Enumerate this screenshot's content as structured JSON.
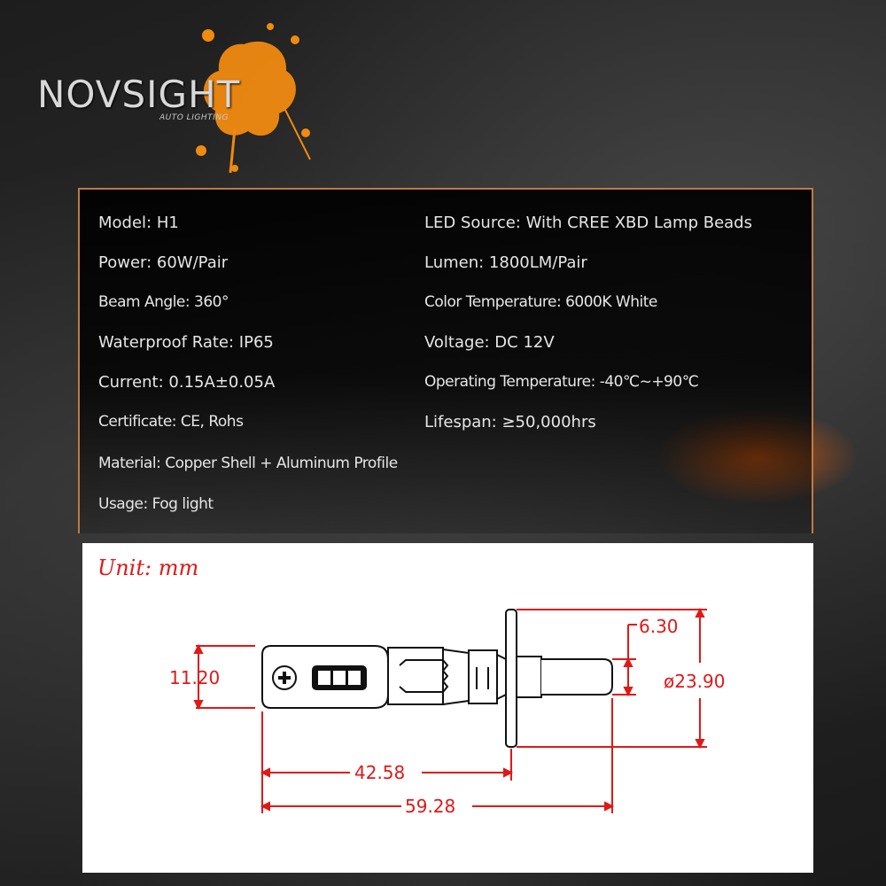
{
  "brand": {
    "name": "NOVSIGHT",
    "tagline": "AUTO LIGHTING"
  },
  "specs": {
    "model": "Model: H1",
    "led_source": "LED Source: With CREE XBD Lamp Beads",
    "power": "Power: 60W/Pair",
    "lumen": "Lumen: 1800LM/Pair",
    "beam_angle": "Beam Angle: 360°",
    "color_temperature": "Color Temperature: 6000K White",
    "waterproof": "Waterproof Rate: IP65",
    "voltage": "Voltage: DC 12V",
    "current": "Current: 0.15A±0.05A",
    "operating_temperature": "Operating Temperature: -40℃~+90℃",
    "certificate": "Certificate: CE, Rohs",
    "lifespan": "Lifespan: ≥50,000hrs",
    "material": "Material: Copper Shell + Aluminum Profile",
    "usage": "Usage: Fog light"
  },
  "diagram": {
    "unit": "Unit: mm",
    "dim_height": "11.20",
    "dim_tip": "6.30",
    "dim_diameter": "ø23.90",
    "dim_body_length": "42.58",
    "dim_total_length": "59.28"
  },
  "colors": {
    "accent_orange": "#c07a45",
    "dimension_red": "#e01818",
    "splash_orange": "#f08a10"
  }
}
